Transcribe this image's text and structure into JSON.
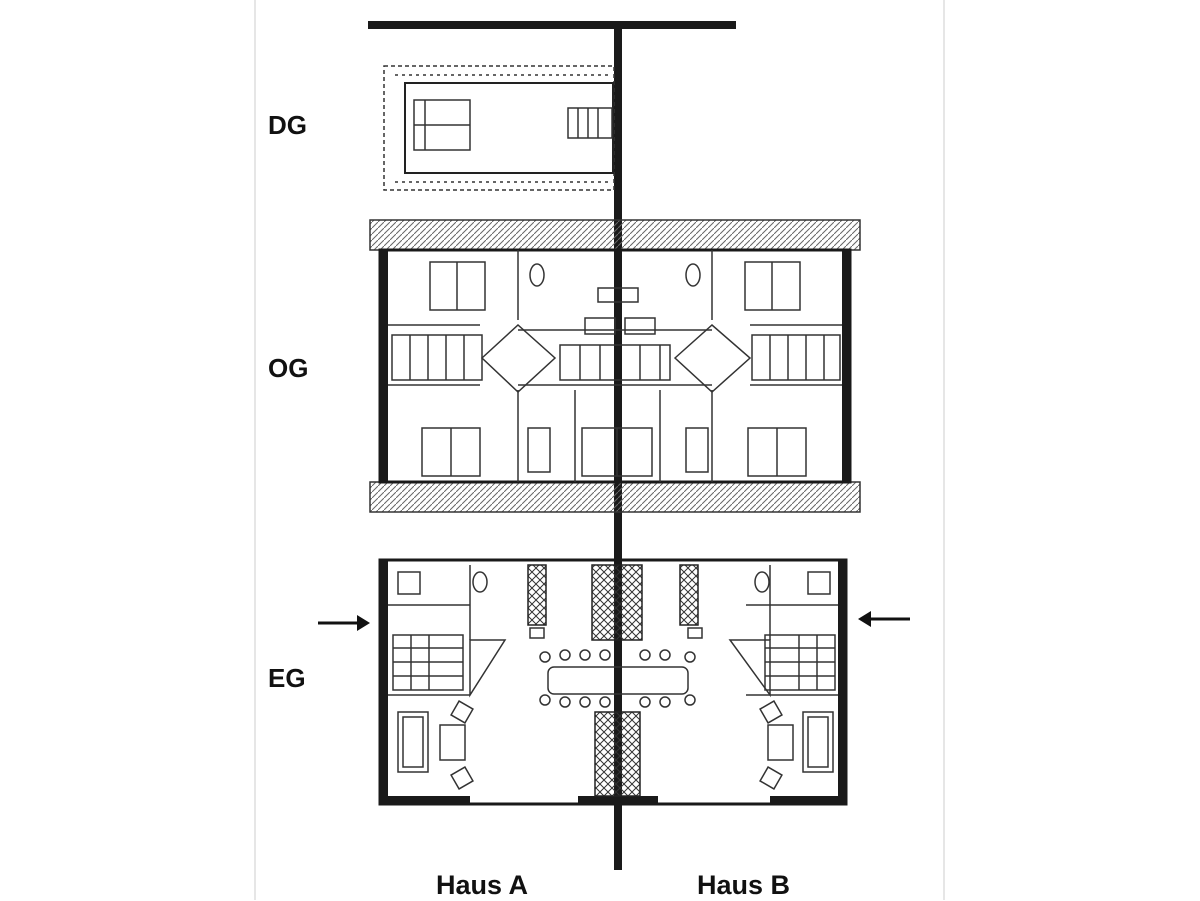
{
  "floors": {
    "dg": "DG",
    "og": "OG",
    "eg": "EG"
  },
  "houses": {
    "a": "Haus A",
    "b": "Haus B"
  },
  "colors": {
    "ink": "#1a1a1a",
    "hatch": "#555555",
    "paper": "#ffffff"
  }
}
